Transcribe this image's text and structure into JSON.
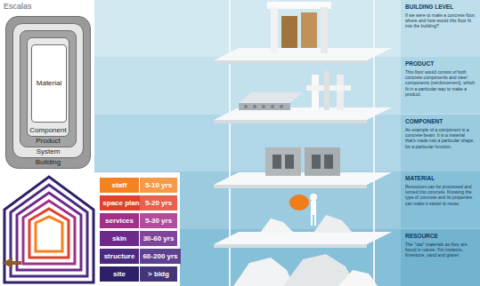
{
  "diagram": {
    "title": "Escalas",
    "nodes": [
      {
        "text": [
          "Building"
        ]
      },
      {
        "text": [
          "System"
        ],
        "in": 0
      },
      {
        "text": [
          "Product"
        ],
        "in": 1
      },
      {
        "text": [
          "Component"
        ],
        "in": 2
      },
      {
        "text": [
          "Material"
        ],
        "in": 3
      },
      {
        "text": [
          "staff"
        ]
      },
      {
        "text": [
          "5-10 yrs"
        ]
      },
      {
        "text": [
          "space plan"
        ]
      },
      {
        "text": [
          "5-20 yrs"
        ]
      },
      {
        "text": [
          "services"
        ]
      },
      {
        "text": [
          "5-30 yrs"
        ]
      },
      {
        "text": [
          "skin"
        ]
      },
      {
        "text": [
          "30-60 yrs"
        ]
      },
      {
        "text": [
          "structure"
        ]
      },
      {
        "text": [
          "60-200 yrs"
        ]
      },
      {
        "text": [
          "site"
        ]
      },
      {
        "text": [
          "> bldg"
        ]
      },
      {
        "text": [
          "BUILDING LEVEL",
          "If we were to make a concrete floor, where and how would this floor fit into the building?"
        ]
      },
      {
        "text": [
          "PRODUCT",
          "This floor would consist of both concrete components and steel components (reinforcement), which fit in a particular way to make a product."
        ]
      },
      {
        "text": [
          "COMPONENT",
          "An example of a component is a concrete beam. It is a material that's made into a particular shape, for a particular function."
        ]
      },
      {
        "text": [
          "MATERIAL",
          "Resources can be processed and turned into concrete. Knowing the type of concrete and its properties can make it easier to reuse."
        ]
      },
      {
        "text": [
          "RESOURCE",
          "The \"raw\" materials as they are found in nature. For instance, limestone, sand and gravel."
        ]
      }
    ]
  }
}
